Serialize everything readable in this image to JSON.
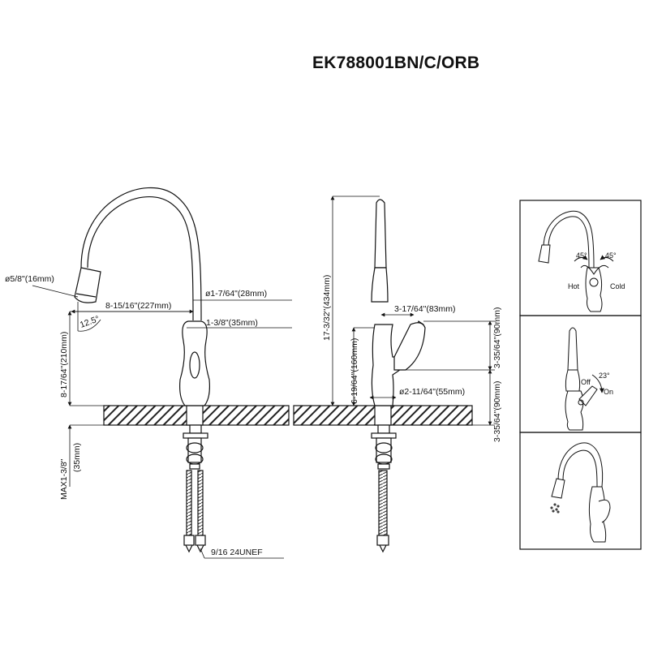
{
  "title": "EK788001BN/C/ORB",
  "front_view": {
    "dim_sprayer_dia": "ø5/8\"(16mm)",
    "dim_reach": "8-15/16\"(227mm)",
    "dim_spout_dia": "ø1-7/64\"(28mm)",
    "dim_body_width": "1-3/8\"(35mm)",
    "dim_spray_angle": "12.5°",
    "dim_spout_height": "8-17/64\"(210mm)",
    "dim_max_deck_a": "MAX1-3/8\"",
    "dim_max_deck_b": "(35mm)",
    "dim_thread": "9/16 24UNEF"
  },
  "side_view": {
    "dim_total_height": "17-3/32\"(434mm)",
    "dim_handle_offset": "3-17/64\"(83mm)",
    "dim_handle_height": "6-19/64\"(160mm)",
    "dim_base_dia": "ø2-11/64\"(55mm)",
    "dim_handle_top": "3-35/64\"(90mm)",
    "dim_handle_bottom": "3-35/64\"(90mm)"
  },
  "detail_top": {
    "angle_left": "45°",
    "angle_right": "45°",
    "label_hot": "Hot",
    "label_cold": "Cold"
  },
  "detail_mid": {
    "angle": "23°",
    "label_off": "Off",
    "label_on": "On"
  },
  "detail_bottom": {}
}
